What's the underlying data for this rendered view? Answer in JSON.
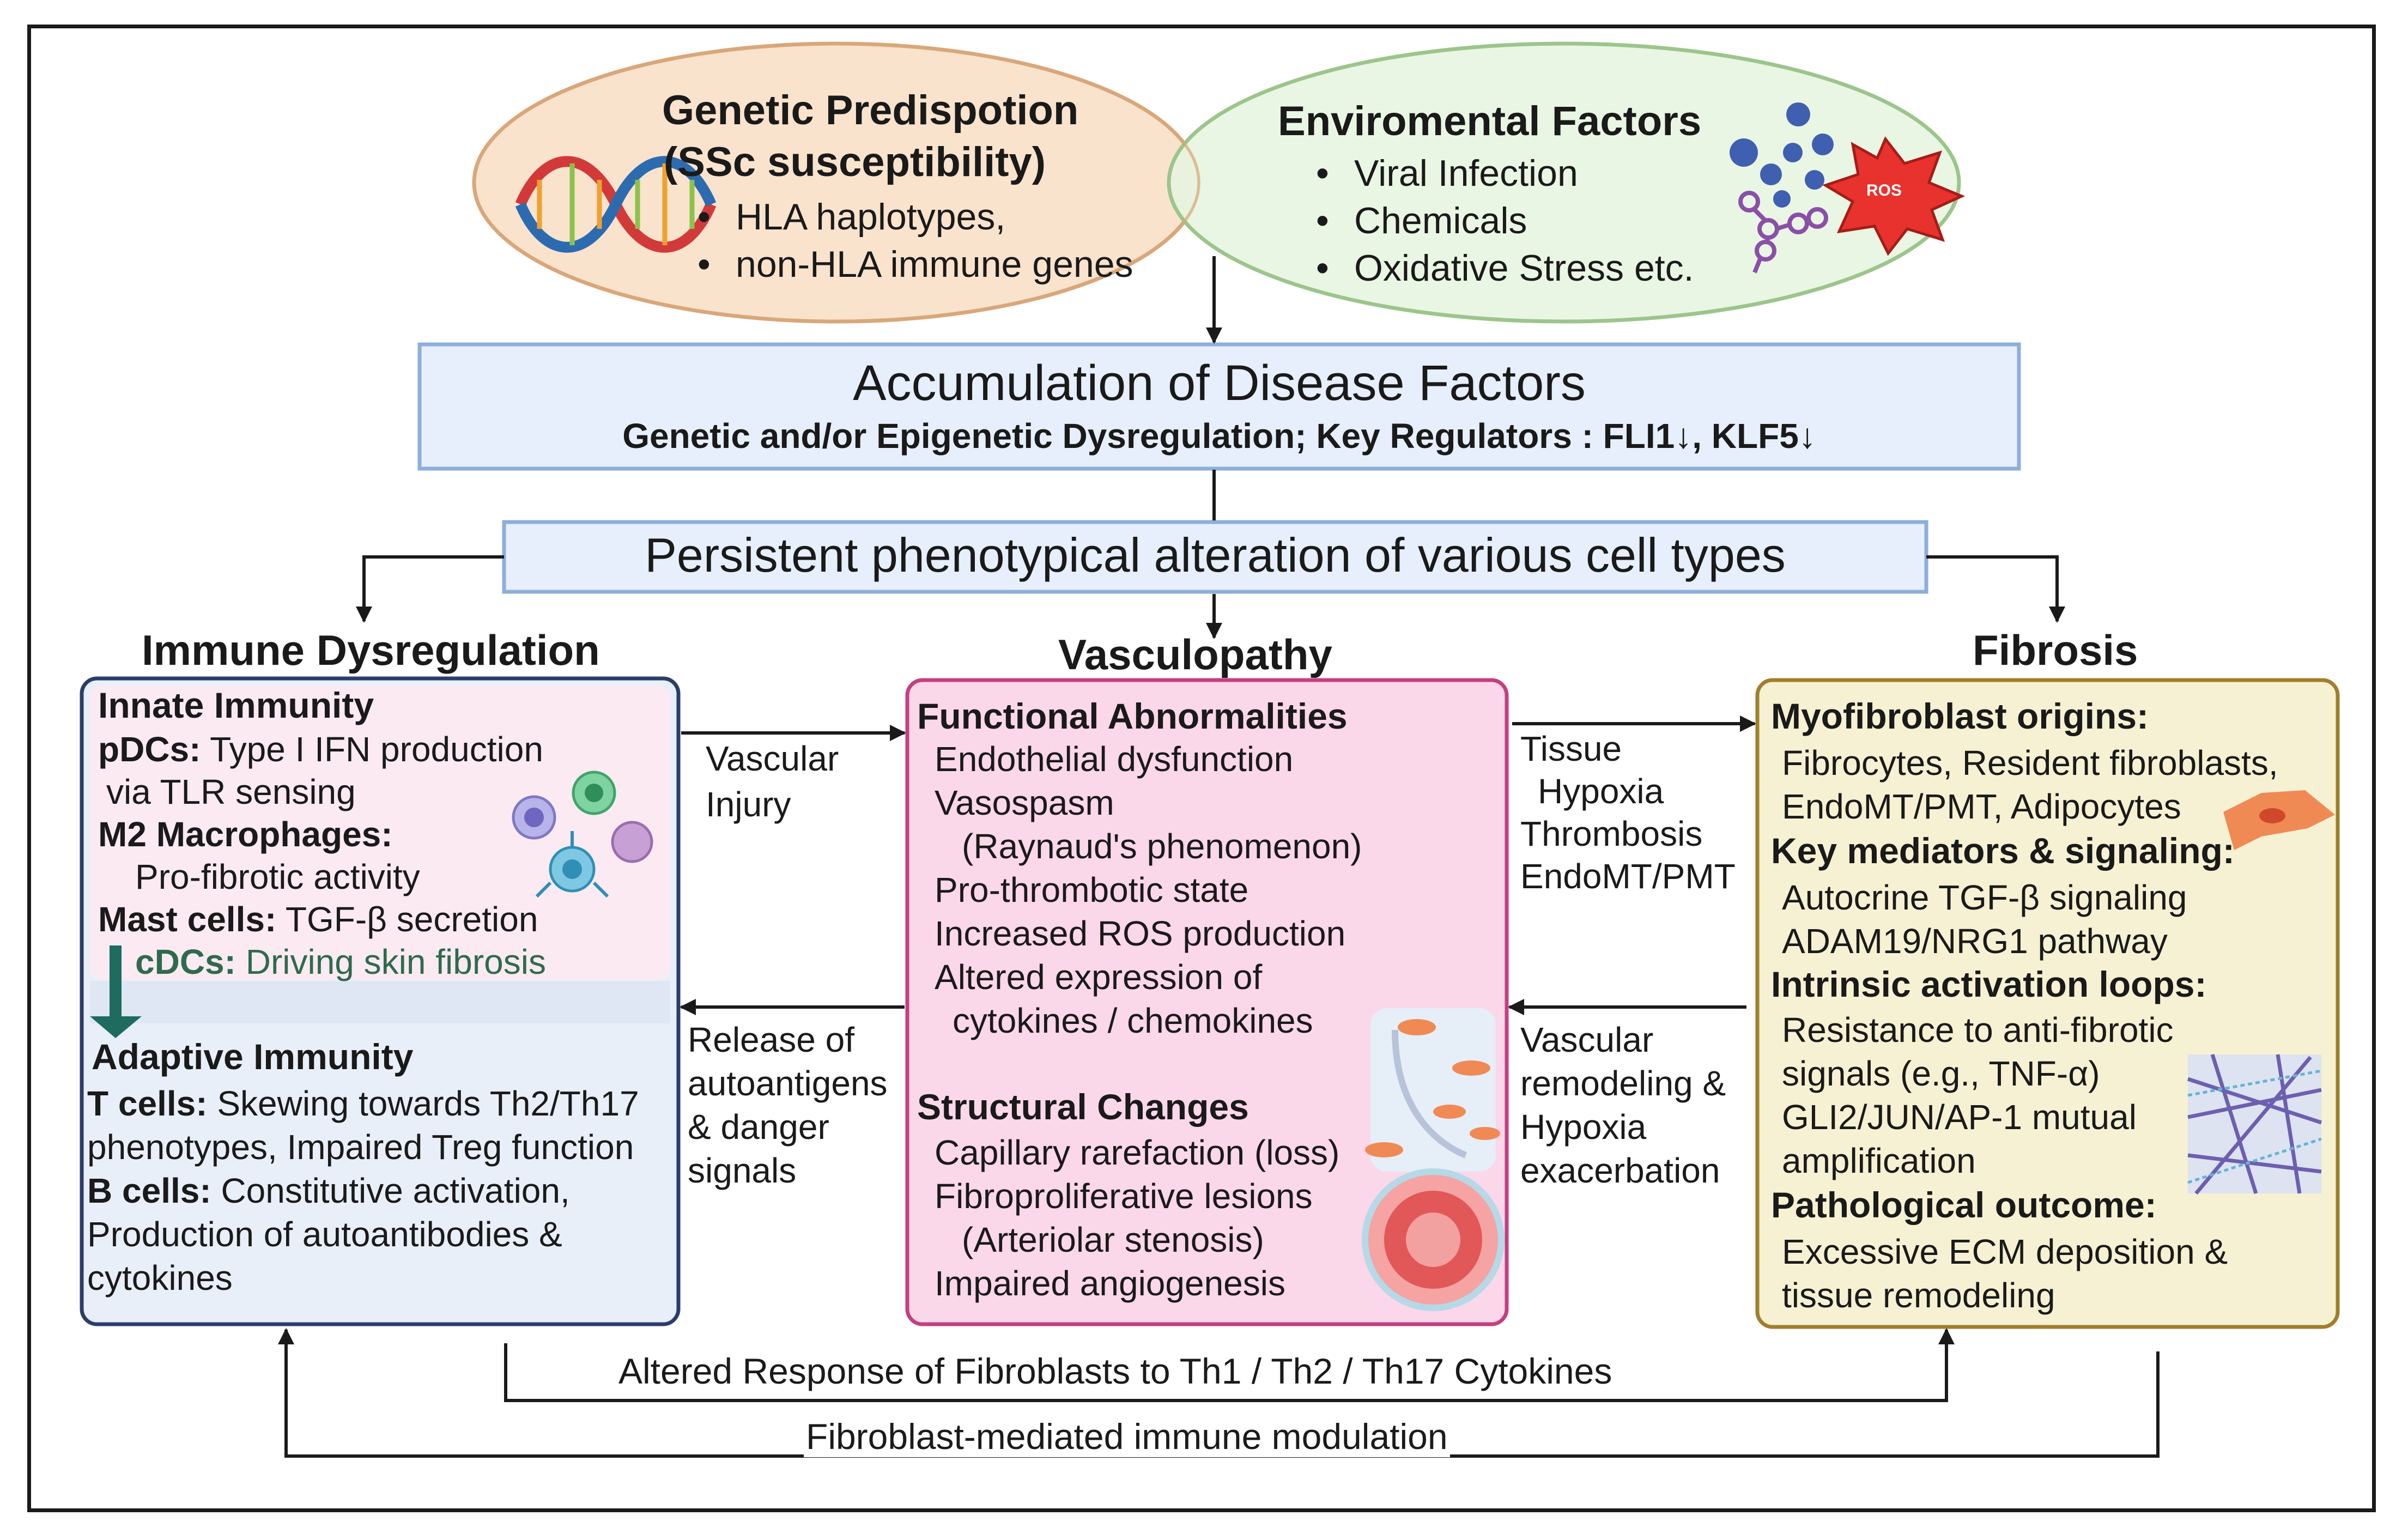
{
  "genetic": {
    "title_line1": "Genetic Predispotion",
    "title_line2": "(SSc susceptibility)",
    "items": [
      "HLA haplotypes,",
      "non-HLA immune genes"
    ]
  },
  "environmental": {
    "title": "Enviromental Factors",
    "items": [
      "Viral Infection",
      "Chemicals",
      "Oxidative Stress etc."
    ],
    "ros_label": "ROS"
  },
  "accumulation": {
    "title": "Accumulation of Disease Factors",
    "subtitle": "Genetic and/or Epigenetic Dysregulation;  Key Regulators : FLI1↓, KLF5↓"
  },
  "persistent": {
    "title": "Persistent phenotypical alteration of various cell types"
  },
  "immune": {
    "heading": "Immune Dysregulation",
    "innate_title": "Innate Immunity",
    "pdcs_label": "pDCs:",
    "pdcs_text": " Type I IFN production",
    "pdcs_text2": "via TLR sensing",
    "m2_label": "M2 Macrophages:",
    "m2_text": "Pro-fibrotic activity",
    "mast_label": "Mast cells:",
    "mast_text": " TGF-β secretion",
    "cdcs_label": "cDCs:",
    "cdcs_text": " Driving skin fibrosis",
    "adaptive_title": "Adaptive Immunity",
    "t_label": "T cells:",
    "t_text": " Skewing towards Th2/Th17",
    "t_text2": "phenotypes, Impaired Treg function",
    "b_label": "B cells:",
    "b_text": " Constitutive activation,",
    "b_text2": "Production of autoantibodies &",
    "b_text3": "cytokines"
  },
  "vasculopathy": {
    "heading": "Vasculopathy",
    "functional_title": "Functional Abnormalities",
    "functional_items": [
      "Endothelial dysfunction",
      "Vasospasm",
      "(Raynaud's phenomenon)",
      "Pro-thrombotic state",
      "Increased ROS production",
      "Altered expression of",
      "cytokines / chemokines"
    ],
    "structural_title": "Structural Changes",
    "structural_items": [
      "Capillary rarefaction (loss)",
      "Fibroproliferative lesions",
      "(Arteriolar stenosis)",
      "Impaired angiogenesis"
    ]
  },
  "fibrosis": {
    "heading": "Fibrosis",
    "origins_title": "Myofibroblast origins:",
    "origins_items": [
      "Fibrocytes, Resident fibroblasts,",
      "EndoMT/PMT, Adipocytes"
    ],
    "mediators_title": "Key mediators & signaling:",
    "mediators_items": [
      "Autocrine TGF-β signaling",
      "ADAM19/NRG1 pathway"
    ],
    "loops_title": "Intrinsic activation loops:",
    "loops_items": [
      "Resistance to anti-fibrotic",
      "signals (e.g., TNF-α)",
      "GLI2/JUN/AP-1 mutual",
      "amplification"
    ],
    "outcome_title": "Pathological outcome:",
    "outcome_items": [
      "Excessive ECM deposition &",
      "tissue remodeling"
    ]
  },
  "connectors": {
    "vascular_injury": [
      "Vascular",
      "Injury"
    ],
    "release": [
      "Release of",
      "autoantigens",
      "& danger",
      "signals"
    ],
    "tissue": [
      "Tissue",
      "Hypoxia",
      "Thrombosis",
      "EndoMT/PMT"
    ],
    "remodeling": [
      "Vascular",
      "remodeling &",
      "Hypoxia",
      "exacerbation"
    ],
    "bottom1": "Altered Response of Fibroblasts to Th1 / Th2 / Th17 Cytokines",
    "bottom2": "Fibroblast-mediated immune modulation"
  },
  "colors": {
    "genetic_fill": "#f9e3cc",
    "genetic_stroke": "#d9a77a",
    "env_fill": "#e6f4df",
    "env_stroke": "#9cc58c",
    "blue_box_fill": "#e6effb",
    "blue_box_stroke": "#8eaedb",
    "immune_stroke": "#2b3d6b",
    "innate_fill": "#fbeaf2",
    "adaptive_fill": "#e9eff9",
    "vasc_fill": "#fbd7ea",
    "vasc_stroke": "#c4407f",
    "fib_fill": "#f6f1d2",
    "fib_stroke": "#a07f2c",
    "teal_arrow": "#1e6b60"
  }
}
